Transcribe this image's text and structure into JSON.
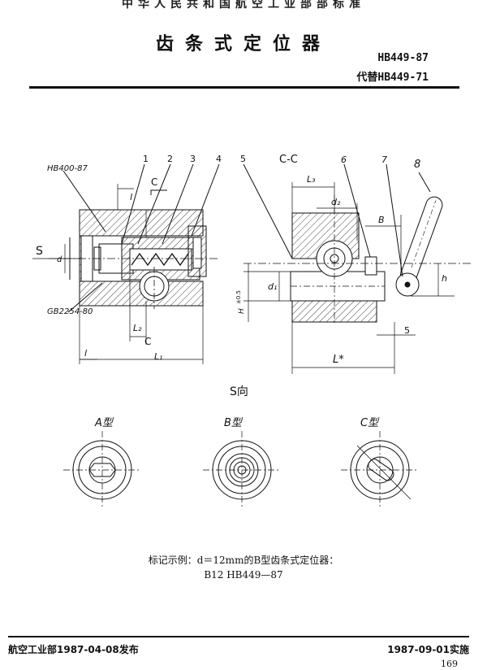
{
  "header": {
    "top_cut": "中华人民共和国航空工业部部标准",
    "title": "齿条式定位器",
    "standard_code": "HB449-87",
    "replaces": "代替HB449-71"
  },
  "drawing": {
    "refs": {
      "hb400": "HB400-87",
      "gb2254": "GB2254-80"
    },
    "section_mark": "C",
    "section_title": "C-C",
    "callouts": [
      "1",
      "2",
      "3",
      "4",
      "5",
      "6",
      "7",
      "8"
    ],
    "dims": {
      "S": "S",
      "d": "d",
      "l": "l",
      "l_bottom": "l",
      "L1": "L₁",
      "L2": "L₂",
      "C": "C",
      "L3": "L₃",
      "d2": "d₂",
      "B": "B",
      "d1": "d₁",
      "h": "h",
      "H": "H",
      "H_tol": "±0.5",
      "five": "5",
      "L_star": "L*"
    },
    "view_title": "S向",
    "types": [
      {
        "label": "A型"
      },
      {
        "label": "B型"
      },
      {
        "label": "C型"
      }
    ]
  },
  "example": {
    "line1": "标记示例：d＝12mm的B型齿条式定位器：",
    "line2": "B12 HB449—87"
  },
  "footer": {
    "issued": "航空工业部1987-04-08发布",
    "effective": "1987-09-01实施",
    "page": "169"
  }
}
